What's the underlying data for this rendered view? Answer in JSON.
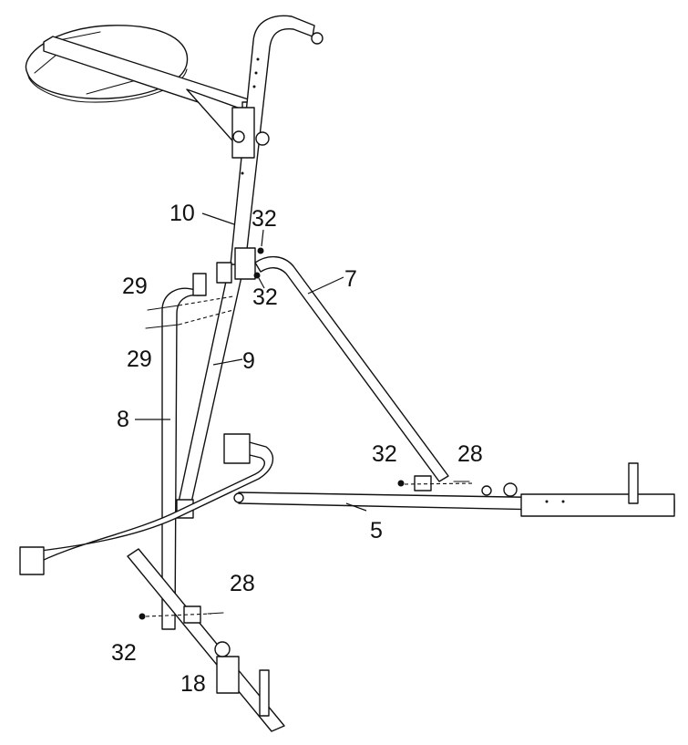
{
  "callouts": {
    "part_10": "10",
    "part_32_top_a": "32",
    "part_32_top_b": "32",
    "part_7": "7",
    "part_29_a": "29",
    "part_29_b": "29",
    "part_9": "9",
    "part_8": "8",
    "part_32_mid": "32",
    "part_28_mid": "28",
    "part_5": "5",
    "part_28_low": "28",
    "part_32_low": "32",
    "part_18": "18"
  },
  "colors": {
    "line": "#111111",
    "background": "#ffffff"
  }
}
